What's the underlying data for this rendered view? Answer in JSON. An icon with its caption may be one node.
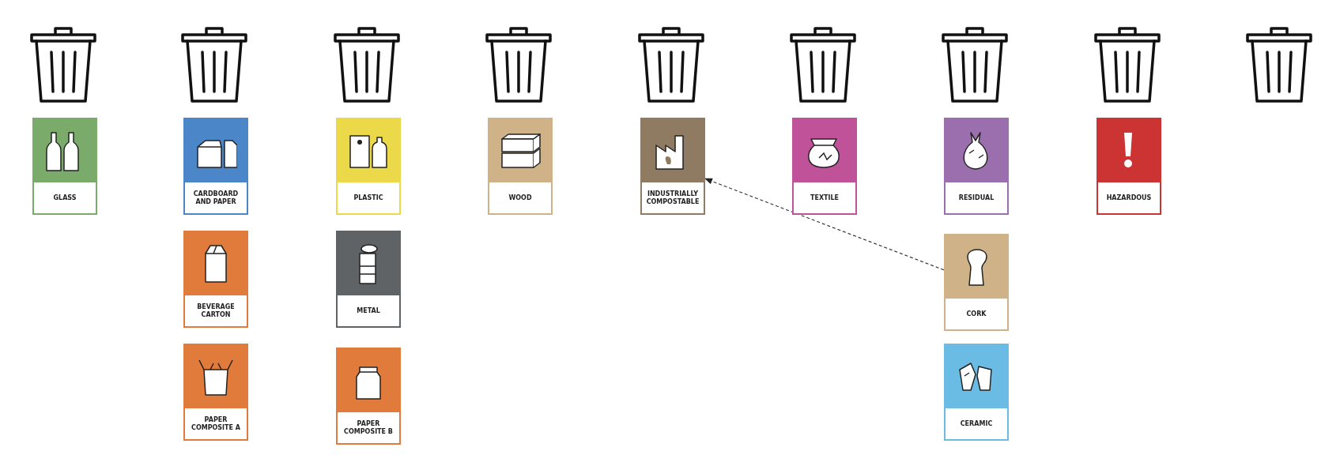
{
  "diagram": {
    "nodes": [
      {
        "text": [
          "GLASS"
        ]
      },
      {
        "text": [
          "CARDBOARD AND PAPER"
        ]
      },
      {
        "text": [
          "PLASTIC"
        ]
      },
      {
        "text": [
          "WOOD"
        ]
      },
      {
        "text": [
          "INDUSTRIALLY COMPOSTABLE"
        ]
      },
      {
        "text": [
          "TEXTILE"
        ]
      },
      {
        "text": [
          "RESIDUAL"
        ]
      },
      {
        "text": [
          "HAZARDOUS"
        ]
      },
      {
        "text": [
          "BEVERAGE CARTON"
        ]
      },
      {
        "text": [
          "METAL"
        ]
      },
      {
        "text": [
          "CORK"
        ]
      },
      {
        "text": [
          "PAPER COMPOSITE A"
        ]
      },
      {
        "text": [
          "PAPER COMPOSITE B"
        ]
      },
      {
        "text": [
          "CERAMIC"
        ]
      }
    ],
    "edges": [
      {
        "from": 10,
        "to": 4,
        "arrow": "to",
        "style": "dashed"
      }
    ]
  }
}
